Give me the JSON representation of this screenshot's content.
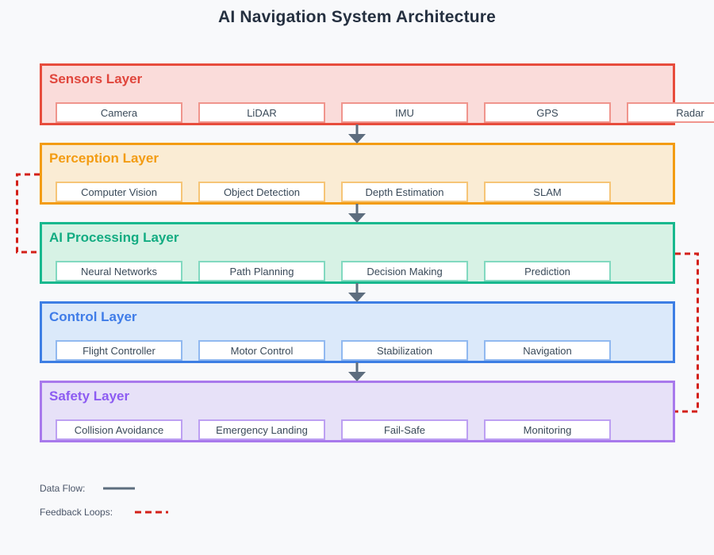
{
  "title": "AI Navigation System Architecture",
  "layers": [
    {
      "name": "Sensors Layer",
      "border_color": "#e74c3c",
      "background_color": "#fadcda",
      "title_color": "#e0463c",
      "component_border_color": "#f0958d",
      "components": [
        "Camera",
        "LiDAR",
        "IMU",
        "GPS",
        "Radar"
      ]
    },
    {
      "name": "Perception Layer",
      "border_color": "#f39c12",
      "background_color": "#faecd4",
      "title_color": "#f39c12",
      "component_border_color": "#f6c577",
      "components": [
        "Computer Vision",
        "Object Detection",
        "Depth Estimation",
        "SLAM"
      ]
    },
    {
      "name": "AI Processing Layer",
      "border_color": "#18b88e",
      "background_color": "#d7f2e5",
      "title_color": "#13ac82",
      "component_border_color": "#82d9c0",
      "components": [
        "Neural Networks",
        "Path Planning",
        "Decision Making",
        "Prediction"
      ]
    },
    {
      "name": "Control Layer",
      "border_color": "#3d7ee4",
      "background_color": "#dbe9fa",
      "title_color": "#3f7ce8",
      "component_border_color": "#91b9f0",
      "components": [
        "Flight Controller",
        "Motor Control",
        "Stabilization",
        "Navigation"
      ]
    },
    {
      "name": "Safety Layer",
      "border_color": "#a879ec",
      "background_color": "#e7e1f8",
      "title_color": "#8d5cf2",
      "component_border_color": "#bda0f2",
      "components": [
        "Collision Avoidance",
        "Emergency Landing",
        "Fail-Safe",
        "Monitoring"
      ]
    }
  ],
  "connectors": {
    "data_flow_color": "#5d6d7e",
    "feedback_color": "#d32019"
  },
  "legend": {
    "data_flow_label": "Data Flow:",
    "feedback_loops_label": "Feedback Loops:"
  }
}
